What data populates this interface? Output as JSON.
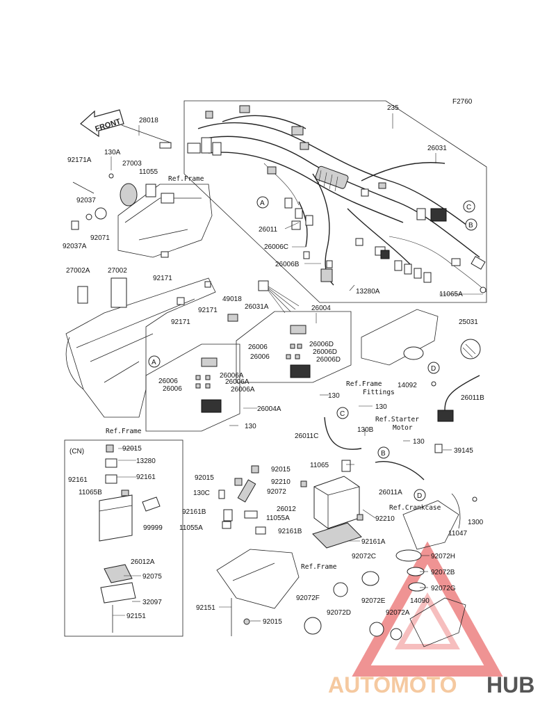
{
  "figure_code": "F2760",
  "front_label": "FRONT",
  "refs": {
    "frame1": "Ref.Frame",
    "frame2": "Ref.Frame",
    "frame3": "Ref.Frame",
    "frame_fittings_1": "Ref.Frame",
    "frame_fittings_2": "Fittings",
    "starter_1": "Ref.Starter",
    "starter_2": "Motor",
    "crankcase": "Ref.Crankcase"
  },
  "cn_label": "(CN)",
  "callouts": [
    "A",
    "A",
    "B",
    "B",
    "C",
    "C",
    "D",
    "D"
  ],
  "parts": {
    "p235": "235",
    "p26031": "26031",
    "p28018": "28018",
    "p130A": "130A",
    "p27003": "27003",
    "p11055": "11055",
    "p92171A": "92171A",
    "p92037": "92037",
    "p92071": "92071",
    "p92037A": "92037A",
    "p92171_1": "92171",
    "p27002A": "27002A",
    "p27002": "27002",
    "p92171_2": "92171",
    "p92171_3": "92171",
    "p49018": "49018",
    "p26031A": "26031A",
    "p26011": "26011",
    "p26006C": "26006C",
    "p26006B": "26006B",
    "p13280A": "13280A",
    "p11065A": "11065A",
    "p26004": "26004",
    "p26006_1": "26006",
    "p26006_2": "26006",
    "p26006D_1": "26006D",
    "p26006D_2": "26006D",
    "p26006D_3": "26006D",
    "p26006_3": "26006",
    "p26006_4": "26006",
    "p26006A_1": "26006A",
    "p26006A_2": "26006A",
    "p26006A_3": "26006A",
    "p26004A": "26004A",
    "p130_1": "130",
    "p130_2": "130",
    "p130_3": "130",
    "p130_4": "130",
    "p25031": "25031",
    "p14092": "14092",
    "p26011B": "26011B",
    "p26011C": "26011C",
    "p130B": "130B",
    "p39145": "39145",
    "p11065": "11065",
    "p26011A": "26011A",
    "p92015_cn": "92015",
    "p13280": "13280",
    "p92161_1": "92161",
    "p92161_2": "92161",
    "p11065B": "11065B",
    "p99999": "99999",
    "p26012A": "26012A",
    "p92075": "92075",
    "p32097": "32097",
    "p92151_cn": "92151",
    "p92015_1": "92015",
    "p92015_2": "92015",
    "p92210_1": "92210",
    "p92210_2": "92210",
    "p92072": "92072",
    "p130C": "130C",
    "p26012": "26012",
    "p92161B_1": "92161B",
    "p92161B_2": "92161B",
    "p11055A_1": "11055A",
    "p11055A_2": "11055A",
    "p92161A": "92161A",
    "p11047": "11047",
    "p1300": "1300",
    "p92072C": "92072C",
    "p92072H": "92072H",
    "p92072B": "92072B",
    "p92072G": "92072G",
    "p14090": "14090",
    "p92072F": "92072F",
    "p92072D": "92072D",
    "p92072E": "92072E",
    "p92072A": "92072A",
    "p92151": "92151",
    "p92015_3": "92015"
  },
  "watermark": {
    "text_a": "AUTOMOTO",
    "text_b": "HUB",
    "color_a": "#f5c9a0",
    "color_b": "#555555",
    "triangle_color": "#e23b3b"
  }
}
